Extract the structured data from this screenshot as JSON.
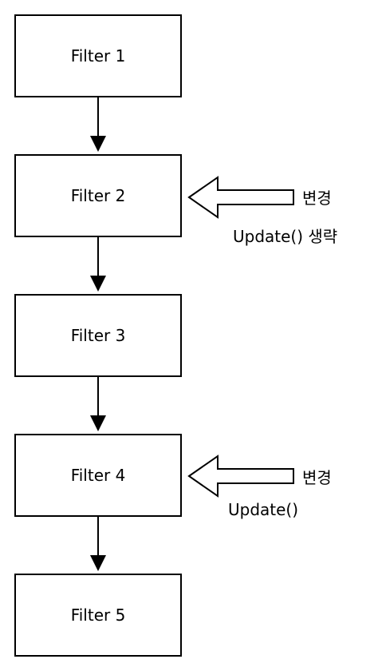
{
  "diagram": {
    "filters": [
      "Filter 1",
      "Filter 2",
      "Filter 3",
      "Filter 4",
      "Filter 5"
    ],
    "annotations": [
      {
        "target": "Filter 2",
        "change_label": "변경",
        "note": "Update() 생략"
      },
      {
        "target": "Filter 4",
        "change_label": "변경",
        "note": "Update()"
      }
    ]
  },
  "colors": {
    "stroke": "#000000",
    "fill": "#ffffff"
  },
  "icons": {
    "flow": "arrow-down-icon",
    "change": "hollow-arrow-left-icon"
  }
}
